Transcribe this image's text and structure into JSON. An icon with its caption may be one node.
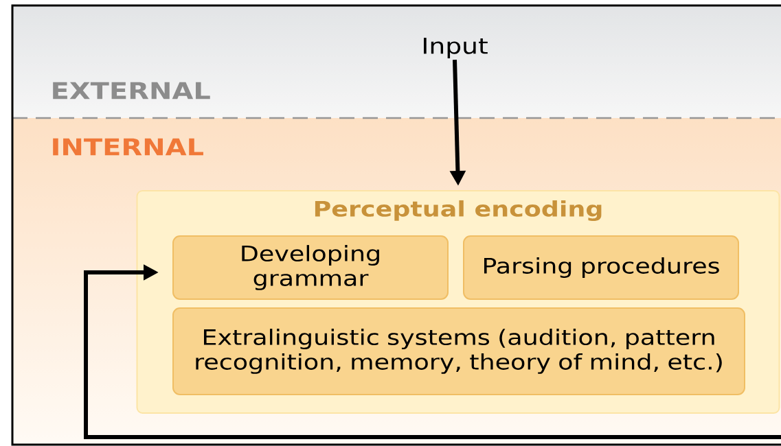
{
  "diagram": {
    "nodes": [
      {
        "text": [
          "Input"
        ]
      },
      {
        "text": [
          "Perceptual encoding"
        ]
      },
      {
        "text": [
          "Developing grammar"
        ],
        "in": 1
      },
      {
        "text": [
          "Parsing procedures"
        ],
        "in": 1
      },
      {
        "text": [
          "Extralinguistic systems (audition, pattern recognition, memory, theory of mind, etc.)"
        ],
        "in": 1
      }
    ],
    "edges": [
      {
        "from": 0,
        "to": 1,
        "arrow": "to"
      },
      {
        "from": null,
        "to": 2,
        "arrow": "to"
      }
    ],
    "labels": [
      "EXTERNAL",
      "INTERNAL"
    ]
  }
}
